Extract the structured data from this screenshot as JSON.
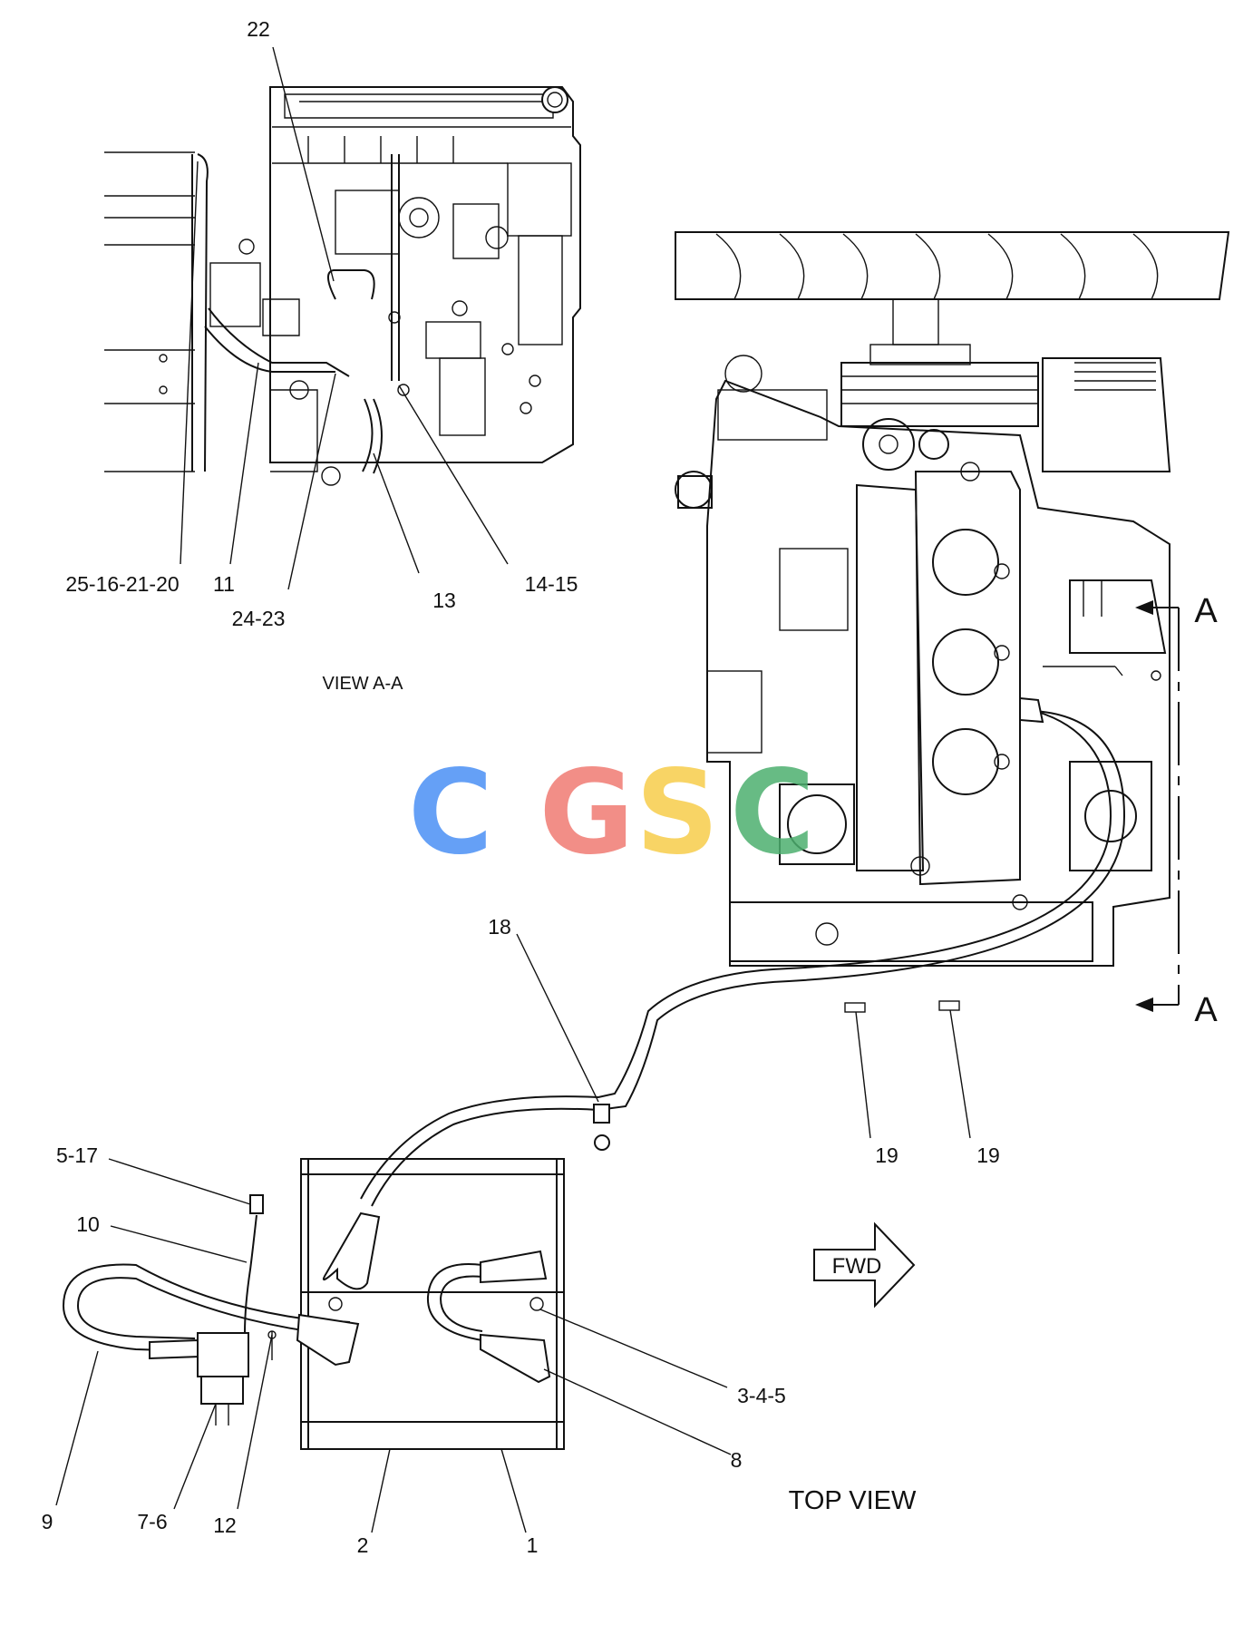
{
  "view_a_title": "VIEW A-A",
  "top_view_title": "TOP VIEW",
  "fwd_label": "FWD",
  "section_marker": "A",
  "watermark": {
    "text": "CGSC",
    "colors": [
      "#4a8ff5",
      "#f07a72",
      "#f7cc4a",
      "#4caf6e"
    ]
  },
  "callouts": {
    "c22": "22",
    "c25_16_21_20": "25-16-21-20",
    "c11": "11",
    "c24_23": "24-23",
    "c13": "13",
    "c14_15": "14-15",
    "c18": "18",
    "c19a": "19",
    "c19b": "19",
    "c5_17": "5-17",
    "c10": "10",
    "c3_4_5": "3-4-5",
    "c8": "8",
    "c9": "9",
    "c7_6": "7-6",
    "c12": "12",
    "c2": "2",
    "c1": "1"
  }
}
